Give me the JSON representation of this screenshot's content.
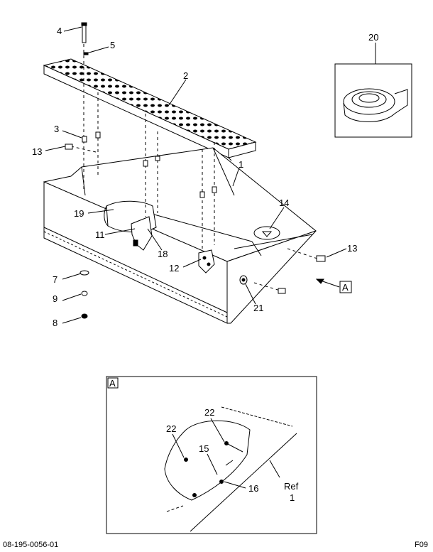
{
  "callouts": {
    "c1": "1",
    "c2": "2",
    "c3": "3",
    "c4": "4",
    "c5": "5",
    "c7": "7",
    "c8": "8",
    "c9": "9",
    "c11": "11",
    "c12": "12",
    "c13a": "13",
    "c13b": "13",
    "c14": "14",
    "c18": "18",
    "c19": "19",
    "c20": "20",
    "c21": "21",
    "view_ref": "A"
  },
  "detail": {
    "label": "A",
    "c22a": "22",
    "c22b": "22",
    "c15": "15",
    "c16": "16",
    "ref_word": "Ref",
    "ref_num": "1"
  },
  "footer": {
    "document_id": "08-195-0056-01",
    "figure_id": "F09"
  }
}
